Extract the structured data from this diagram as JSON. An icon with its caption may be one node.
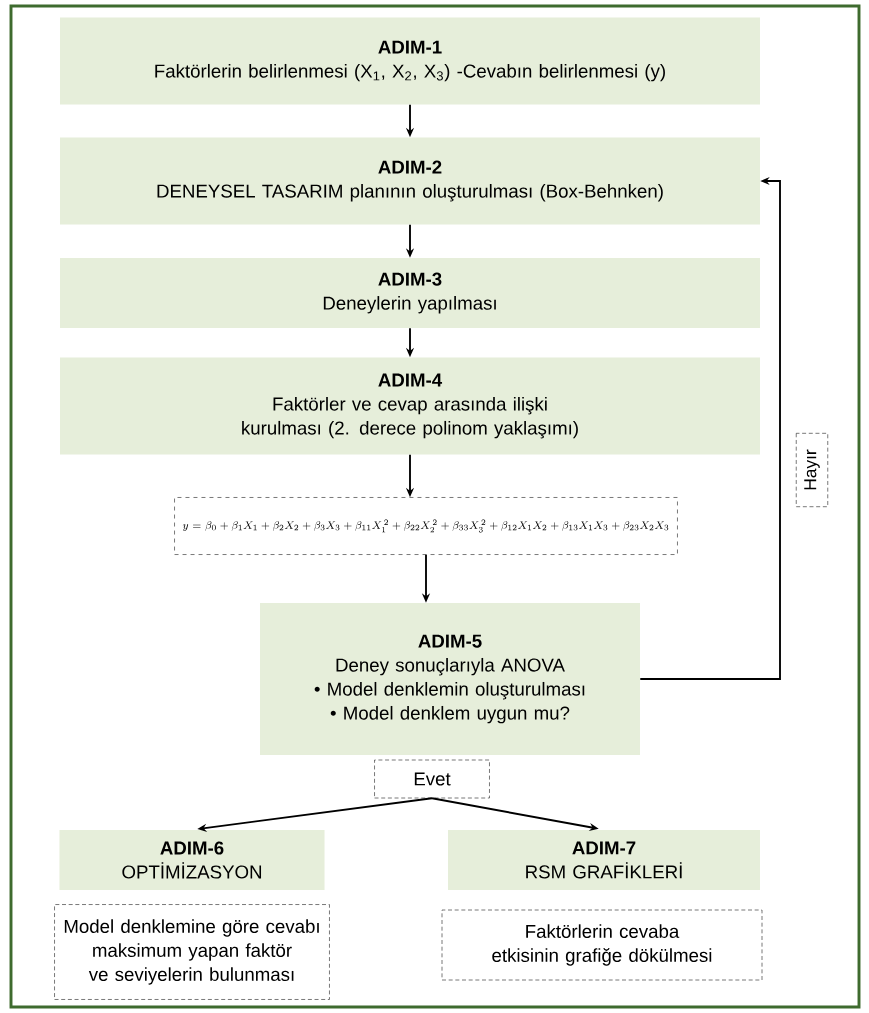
{
  "diagram": {
    "nodes": [
      {
        "text": [
          "ADIM-1",
          "Faktörlerin belirlenmesi (X$_{1}$, X$_{2}$, X$_{3}$) -Cevabın belirlenmesi (y)"
        ]
      },
      {
        "text": [
          "ADIM-2",
          "DENEYSEL TASARIM planının oluşturulması  (Box-Behnken)"
        ]
      },
      {
        "text": [
          "ADIM-3",
          "Deneylerin yapılması"
        ]
      },
      {
        "text": [
          "ADIM-4",
          "Faktörler ve cevap arasında ilişki kurulması (2. derece polinom yaklaşımı)"
        ]
      },
      {
        "text": [
          "y= \\beta_0+ \\beta_1X_1+ \\beta_2X_2+ \\beta_3X_3+ \\beta_{11}X_1^{\\,2}+ \\beta_{22}X_2^{\\,2}+ \\beta_{33}X_3^{\\,2}+ \\beta_{12}X_1X_2+ \\beta_{13}X_1X_3+ \\beta_{23}X_2X_3"
        ]
      },
      {
        "text": [
          "ADIM-5",
          "Deney sonuçlarıyla ANOVA",
          "• Model denklemin oluşturulması",
          "• Model denklem uygun mu?"
        ]
      },
      {
        "text": [
          "Evet"
        ]
      },
      {
        "text": [
          "ADIM-6",
          "OPTİMİZASYON"
        ]
      },
      {
        "text": [
          "ADIM-7",
          "RSM GRAFİKLERİ"
        ]
      },
      {
        "text": [
          "Model denklemine göre cevabı maksimum yapan faktör ve seviyelerin bulunması"
        ]
      },
      {
        "text": [
          "Faktörlerin cevaba etkisinin grafiğe dökülmesi"
        ]
      }
    ],
    "edges": [
      {
        "from": 0,
        "to": 1,
        "arrow": "to"
      },
      {
        "from": 1,
        "to": 2,
        "arrow": "to"
      },
      {
        "from": 2,
        "to": 3,
        "arrow": "to"
      },
      {
        "from": 3,
        "to": 4,
        "arrow": "to"
      },
      {
        "from": 4,
        "to": 5,
        "arrow": "to"
      },
      {
        "from": 5,
        "to": 1,
        "arrow": "to",
        "label": "Hayır"
      },
      {
        "from": 6,
        "to": 7,
        "arrow": "to"
      },
      {
        "from": 6,
        "to": 8,
        "arrow": "to"
      }
    ]
  }
}
